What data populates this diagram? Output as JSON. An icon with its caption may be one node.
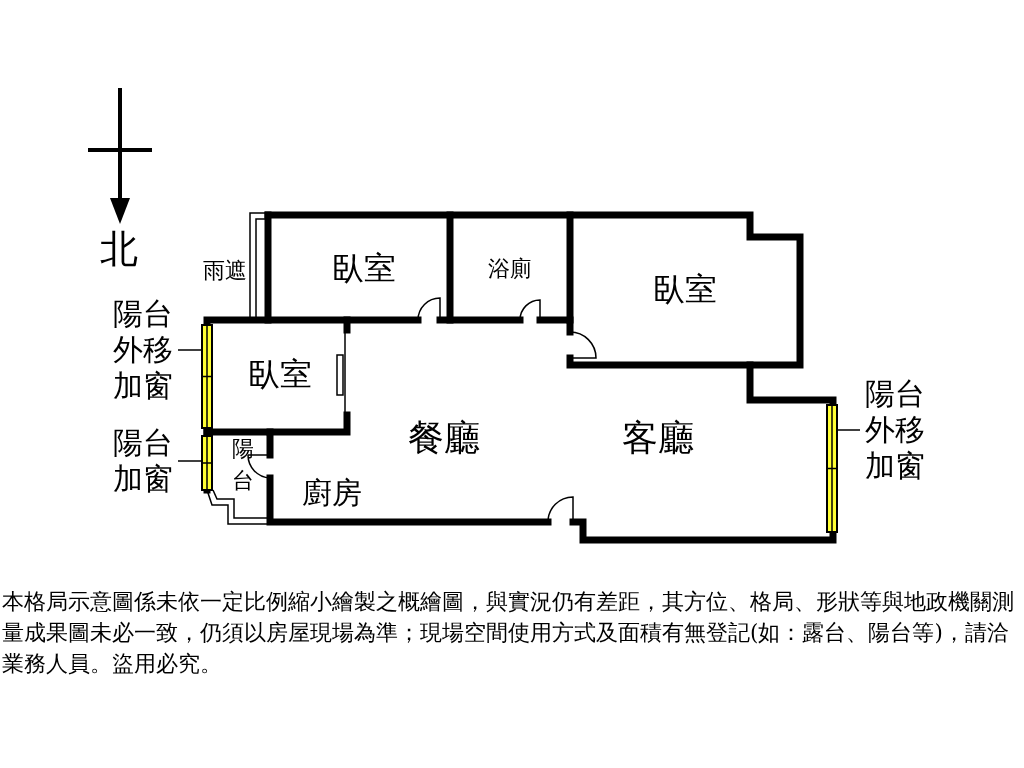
{
  "diagram": {
    "caption": "本格局示意圖係未依一定比例縮小繪製之概繪圖，與實況仍有差距，其方位、格局、形狀等與地政機關測量成果圖未必一致，仍須以房屋現場為準；現場空間使用方式及面積有無登記(如：露台、陽台等)，請洽業務人員。盜用必究。",
    "nodes": [
      {
        "text": [
          "陽台外移加窗"
        ]
      },
      {
        "text": [],
        "shape": "bar"
      },
      {
        "text": [
          "陽台加窗"
        ]
      },
      {
        "text": [],
        "shape": "bar"
      },
      {
        "text": [
          "陽台外移加窗"
        ]
      },
      {
        "text": [],
        "shape": "bar"
      }
    ],
    "edges": [
      {
        "from": 0,
        "to": 1,
        "arrow": "none"
      },
      {
        "from": 2,
        "to": 3,
        "arrow": "none"
      },
      {
        "from": 4,
        "to": 5,
        "arrow": "none"
      }
    ],
    "labels": [
      "北",
      "雨遮",
      "臥室",
      "浴廁",
      "臥室",
      "臥室",
      "餐廳",
      "客廳",
      "陽",
      "台",
      "廚房"
    ]
  }
}
